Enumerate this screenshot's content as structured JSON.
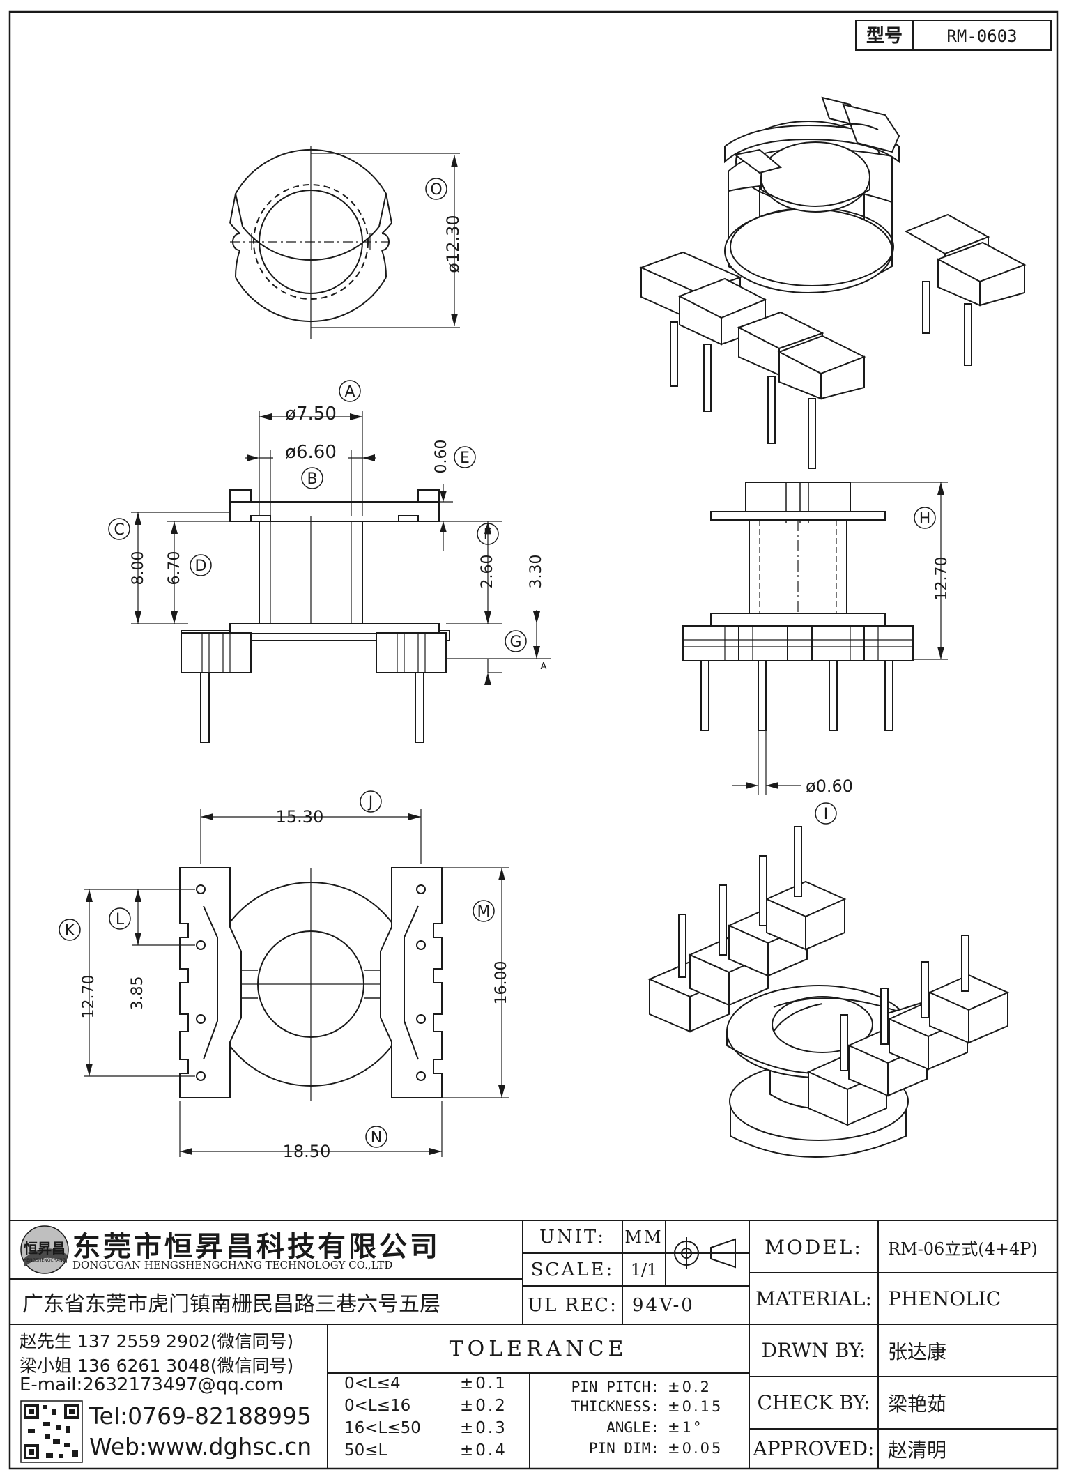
{
  "part_box": {
    "label": "型号",
    "value": "RM-0603"
  },
  "dimensions": {
    "O": "O",
    "O_value": "ø12.30",
    "A": "A",
    "A_value": "ø7.50",
    "B": "B",
    "B_value": "ø6.60",
    "C": "C",
    "C_value": "8.00",
    "D": "D",
    "D_value": "6.70",
    "E": "E",
    "E_value": "0.60",
    "F": "F",
    "F_value": "2.60",
    "F2_value": "3.30",
    "G": "G",
    "H": "H",
    "H_value": "12.70",
    "I": "I",
    "I_value": "ø0.60",
    "J": "J",
    "J_value": "15.30",
    "K": "K",
    "K_value": "12.70",
    "L": "L",
    "L_value": "3.85",
    "M": "M",
    "M_value": "16.00",
    "N": "N",
    "N_value": "18.50",
    "small_A": "A"
  },
  "company": {
    "logo_text": "恒昇昌",
    "logo_sub": "HENGSHENGCHANG",
    "name_cn": "东莞市恒昇昌科技有限公司",
    "name_en": "DONGUGAN HENGSHENGCHANG TECHNOLOGY CO.,LTD",
    "address": "广东省东莞市虎门镇南栅民昌路三巷六号五层",
    "contact1": "赵先生 137 2559 2902(微信同号)",
    "contact2": "梁小姐 136 6261 3048(微信同号)",
    "email": "E-mail:2632173497@qq.com",
    "tel": "Tel:0769-82188995",
    "web": "Web:www.dghsc.cn"
  },
  "specs": {
    "unit_label": "UNIT:",
    "unit_value": "MM",
    "scale_label": "SCALE:",
    "scale_value": "1/1",
    "ulrec_label": "UL REC:",
    "ulrec_value": "94V-0"
  },
  "info": {
    "model_label": "MODEL:",
    "model_value": "RM-06立式(4+4P)",
    "material_label": "MATERIAL:",
    "material_value": "PHENOLIC",
    "drwn_label": "DRWN BY:",
    "drwn_value": "张达康",
    "check_label": "CHECK BY:",
    "check_value": "梁艳茹",
    "approved_label": "APPROVED:",
    "approved_value": "赵清明"
  },
  "tolerance": {
    "title": "TOLERANCE",
    "rows": [
      {
        "range": "0<L≤4",
        "value": "±0.1"
      },
      {
        "range": "0<L≤16",
        "value": "±0.2"
      },
      {
        "range": "16<L≤50",
        "value": "±0.3"
      },
      {
        "range": "50≤L",
        "value": "±0.4"
      }
    ],
    "extra": [
      {
        "label": "PIN PITCH:",
        "value": "±0.2"
      },
      {
        "label": "THICKNESS:",
        "value": "±0.15"
      },
      {
        "label": "ANGLE:",
        "value": "±1°"
      },
      {
        "label": "PIN DIM:",
        "value": "±0.05"
      }
    ]
  },
  "colors": {
    "ink": "#1a1a1a",
    "paper": "#ffffff"
  }
}
